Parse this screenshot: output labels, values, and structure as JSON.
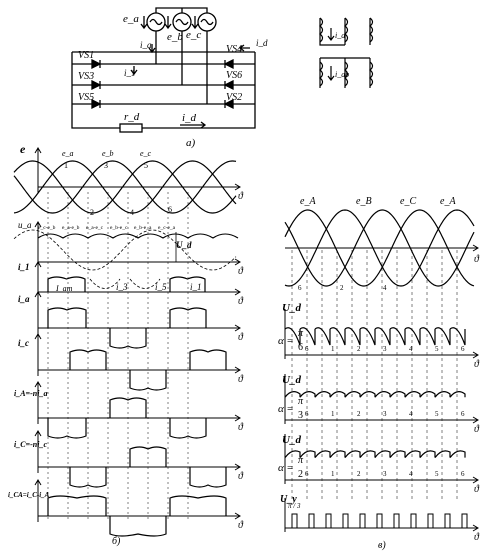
{
  "circuit": {
    "e_a": "e_a",
    "e_b": "e_b",
    "e_c": "e_c",
    "vs1": "VS1",
    "vs3": "VS3",
    "vs5": "VS5",
    "vs4": "VS4",
    "vs6": "VS6",
    "vs2": "VS2",
    "i_a": "i_a",
    "i_1": "i_1",
    "i_d_right": "i_d",
    "r_d": "r_d",
    "i_d": "i_d",
    "caption": "a)"
  },
  "transformer": {
    "i_a": "i_a",
    "i_ab": "i_ab"
  },
  "panel_b": {
    "e": "e",
    "e_a": "e_a",
    "e_b": "e_b",
    "e_c": "e_c",
    "n_numbers_top": [
      "1",
      "3",
      "5"
    ],
    "n_numbers_bottom": [
      "2",
      "4",
      "6"
    ],
    "u_a": "u_a",
    "u_d": "U_d",
    "segment_labels": [
      "e_c-e_b",
      "e_a-e_b",
      "e_a-e_c",
      "e_b-e_c",
      "e_b-e_a",
      "e_c-e_a"
    ],
    "i_1": "i_1",
    "i_am": "I_am",
    "i_3": "i_3",
    "i_5": "i_5",
    "i_1b": "i_1",
    "rows": [
      "i_a",
      "i_c",
      "i_A=-ni_a",
      "i_C=-ni_c",
      "i_CA=i_C-i_A"
    ],
    "theta": "ϑ",
    "caption": "б)"
  },
  "panel_c": {
    "phases": [
      "e_A",
      "e_B",
      "e_C",
      "e_A"
    ],
    "u_d": "U_d",
    "alpha": "α",
    "pi": "π",
    "den6": "6",
    "den3": "3",
    "den2": "2",
    "pulse_numbers_6": [
      "6",
      "1",
      "2",
      "3",
      "4",
      "5",
      "6"
    ],
    "pulse_numbers": [
      "6",
      "1",
      "2",
      "3",
      "4",
      "5",
      "6"
    ],
    "low_numbers": [
      "6",
      "2",
      "4"
    ],
    "u_y": "U_y",
    "pi3": "π / 3",
    "theta": "ϑ",
    "caption": "в)"
  }
}
